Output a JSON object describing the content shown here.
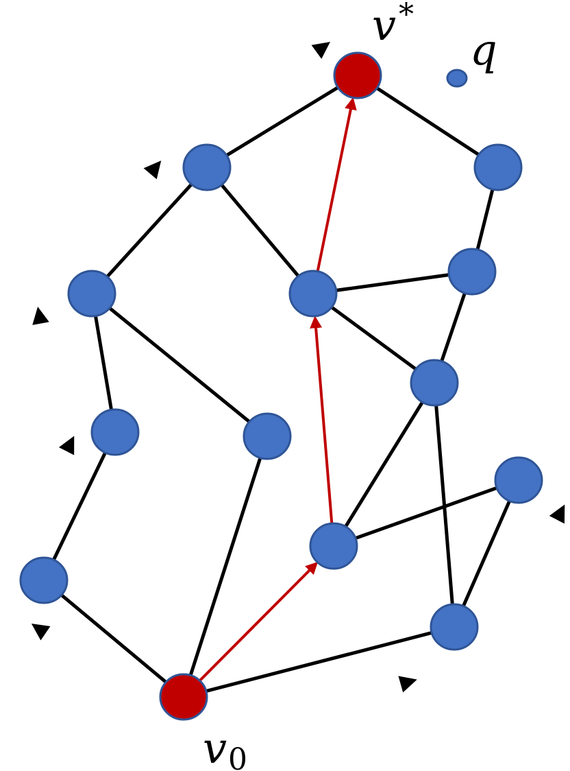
{
  "colors": {
    "node_fill": "#4472c4",
    "node_stroke": "#2f5597",
    "highlight_fill": "#c00000",
    "edge": "#000000",
    "search_path": "#c00000",
    "dashed_arrow": "#000000"
  },
  "labels": {
    "start_base": "v",
    "start_sub": "0",
    "target_base": "v",
    "target_sup": "*",
    "query": "q"
  },
  "nodes": [
    {
      "id": "v0",
      "role": "start"
    },
    {
      "id": "v-star",
      "role": "target"
    },
    {
      "id": "n1",
      "role": "normal"
    },
    {
      "id": "n2",
      "role": "normal"
    },
    {
      "id": "n3",
      "role": "normal"
    },
    {
      "id": "n4",
      "role": "normal"
    },
    {
      "id": "n5",
      "role": "normal"
    },
    {
      "id": "n6",
      "role": "normal"
    },
    {
      "id": "n7",
      "role": "normal"
    },
    {
      "id": "n8",
      "role": "normal"
    },
    {
      "id": "n9",
      "role": "normal"
    },
    {
      "id": "n10",
      "role": "normal"
    },
    {
      "id": "n11",
      "role": "normal"
    },
    {
      "id": "n12",
      "role": "normal"
    }
  ],
  "edges": [
    [
      "v0",
      "n1"
    ],
    [
      "n1",
      "n2"
    ],
    [
      "n2",
      "n3"
    ],
    [
      "n3",
      "n4"
    ],
    [
      "n4",
      "v-star"
    ],
    [
      "v-star",
      "n5"
    ],
    [
      "n5",
      "n6"
    ],
    [
      "n6",
      "n7"
    ],
    [
      "n7",
      "n8"
    ],
    [
      "n8",
      "v0"
    ],
    [
      "n3",
      "n9"
    ],
    [
      "n9",
      "v0"
    ],
    [
      "n4",
      "n10"
    ],
    [
      "n10",
      "n6"
    ],
    [
      "n10",
      "n7"
    ],
    [
      "n7",
      "n11"
    ],
    [
      "n11",
      "n12"
    ],
    [
      "n12",
      "n8"
    ]
  ],
  "search_path": [
    "v0",
    "n11",
    "n10",
    "v-star"
  ]
}
